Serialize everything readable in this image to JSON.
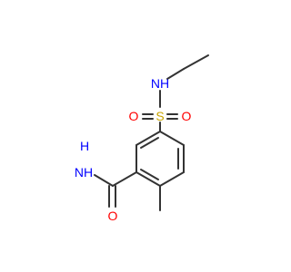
{
  "molecule": {
    "atoms": {
      "n_amide": "NH",
      "h_amide": "H",
      "o_amide": "O",
      "n_sulfonamide": "NH",
      "s": "S",
      "o_sulfonyl_left": "O",
      "o_sulfonyl_right": "O"
    }
  },
  "colors": {
    "bond": "#333333",
    "nitrogen": "#0000ff",
    "oxygen": "#ff0000",
    "sulfur": "#c8a400"
  }
}
